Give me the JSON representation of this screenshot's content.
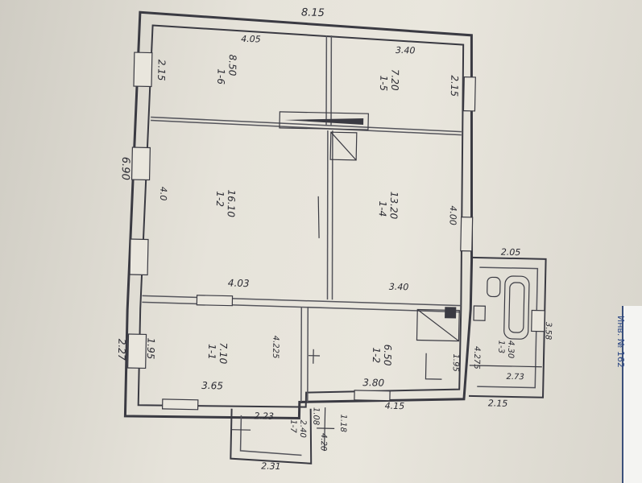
{
  "plan": {
    "overall_width": "8.15",
    "overall_depth": "6.90",
    "left_room_depth": "2.15",
    "right_room_depth": "2.15",
    "rooms": [
      {
        "id": "1-6",
        "area": "8.50",
        "dim": "4.05"
      },
      {
        "id": "1-5",
        "area": "7.20",
        "dim": "3.40"
      },
      {
        "id": "1-2",
        "area": "16.10",
        "dim": "4.0",
        "dim2": "4.03"
      },
      {
        "id": "1-4",
        "area": "13.20",
        "dim": "4.00",
        "dim2": "3.40"
      },
      {
        "id": "1-1",
        "area": "7.10",
        "width": "3.65",
        "depth": "1.95",
        "side": "4.225"
      },
      {
        "id": "1-2",
        "area": "6.50",
        "width": "3.80",
        "depth": "1.95"
      },
      {
        "id": "1-3",
        "area": "4.30",
        "width": "2.15",
        "depth": "2.73"
      }
    ],
    "lower_left_depth": "2.27",
    "lower_right_width": "4.15",
    "annex_width": "2.05",
    "annex_depth": "3.58",
    "annex_side": "4.275",
    "porch": {
      "id": "1-7",
      "area": "2.40",
      "width": "2.31",
      "depth": "4.20",
      "top": "2.23",
      "side1": "1.08",
      "side2": "1.18"
    }
  },
  "stamp_text": "Инв. № 162"
}
